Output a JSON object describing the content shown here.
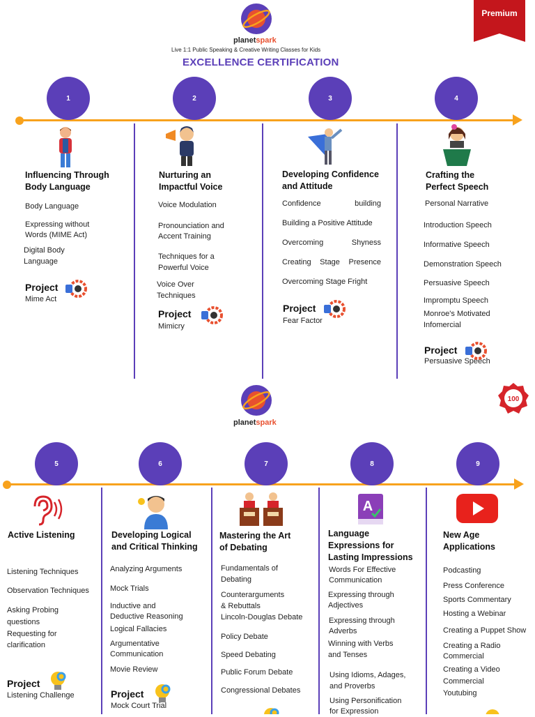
{
  "badge": "Premium",
  "brand": {
    "part1": "planet",
    "part2": "spark"
  },
  "tagline": "Live 1:1 Public Speaking & Creative Writing Classes for Kids",
  "heading": "EXCELLENCE CERTIFICATION",
  "seal": "100",
  "project_label": "Project",
  "colors": {
    "purple": "#5b3fb8",
    "orange": "#f8a21c",
    "red": "#c4161c"
  },
  "modules": [
    {
      "num": "1",
      "title_l1": "Influencing Through",
      "title_l2": "Body Language",
      "items": [
        "Body Language",
        "Expressing without",
        "Words (MIME Act)",
        "Digital Body",
        "Language"
      ],
      "project": "Mime Act",
      "icon": "boy-standing-icon"
    },
    {
      "num": "2",
      "title_l1": "Nurturing an",
      "title_l2": "Impactful Voice",
      "items": [
        "Voice Modulation",
        "Pronounciation and",
        "Accent Training",
        "Techniques for a",
        "Powerful Voice",
        "Voice Over",
        "Techniques"
      ],
      "project": "Mimicry",
      "icon": "boy-megaphone-icon"
    },
    {
      "num": "3",
      "title_l1": "Developing Confidence",
      "title_l2": "and Attitude",
      "items": [
        [
          "Confidence",
          "building"
        ],
        "Building a Positive Attitude",
        [
          "Overcoming",
          "Shyness"
        ],
        [
          "Creating",
          "Stage",
          "Presence"
        ],
        "Overcoming Stage Fright"
      ],
      "project": "Fear Factor",
      "icon": "superhero-icon"
    },
    {
      "num": "4",
      "title_l1": "Crafting the",
      "title_l2": "Perfect Speech",
      "items": [
        "Personal Narrative",
        "Introduction Speech",
        "Informative Speech",
        "Demonstration Speech",
        "Persuasive Speech",
        "Impromptu Speech",
        "Monroe's Motivated",
        "Infomercial"
      ],
      "project": "Persuasive Speech",
      "icon": "girl-podium-icon"
    },
    {
      "num": "5",
      "title_l1": "Active Listening",
      "title_l2": "",
      "items": [
        "Listening Techniques",
        "Observation Techniques",
        "Asking Probing",
        "questions",
        "Requesting for",
        "clarification"
      ],
      "project": "Listening Challenge",
      "icon": "ear-icon"
    },
    {
      "num": "6",
      "title_l1": "Developing Logical",
      "title_l2": "and Critical Thinking",
      "items": [
        "Analyzing Arguments",
        "Mock Trials",
        "Inductive and",
        "Deductive Reasoning",
        "Logical Fallacies",
        "Argumentative",
        "Communication",
        "Movie Review"
      ],
      "project": "Mock Court Trial",
      "icon": "thinking-boy-icon"
    },
    {
      "num": "7",
      "title_l1": "Mastering the Art",
      "title_l2": "of Debating",
      "items": [
        "Fundamentals of",
        "Debating",
        "Counterarguments",
        "& Rebuttals",
        "Lincoln-Douglas Debate",
        "Policy Debate",
        "Speed Debating",
        "Public Forum Debate",
        "Congressional Debates"
      ],
      "project": "",
      "icon": "debate-podiums-icon"
    },
    {
      "num": "8",
      "title_l1": "Language",
      "title_l2": "Expressions for",
      "title_l3": "Lasting Impressions",
      "items": [
        "Words For Effective",
        "Communication",
        "Expressing through",
        "Adjectives",
        "Expressing through",
        "Adverbs",
        "Winning with Verbs",
        "and Tenses",
        "Using Idioms, Adages,",
        "and Proverbs",
        "Using Personification",
        "for Expression"
      ],
      "project": "",
      "icon": "dictionary-book-icon"
    },
    {
      "num": "9",
      "title_l1": "New Age",
      "title_l2": "Applications",
      "items": [
        "Podcasting",
        "Press Conference",
        "Sports Commentary",
        "Hosting a Webinar",
        "Creating a Puppet Show",
        "Creating a Radio",
        "Commercial",
        "Creating a Video",
        "Commercial",
        "Youtubing"
      ],
      "project": "",
      "icon": "youtube-play-icon"
    }
  ]
}
